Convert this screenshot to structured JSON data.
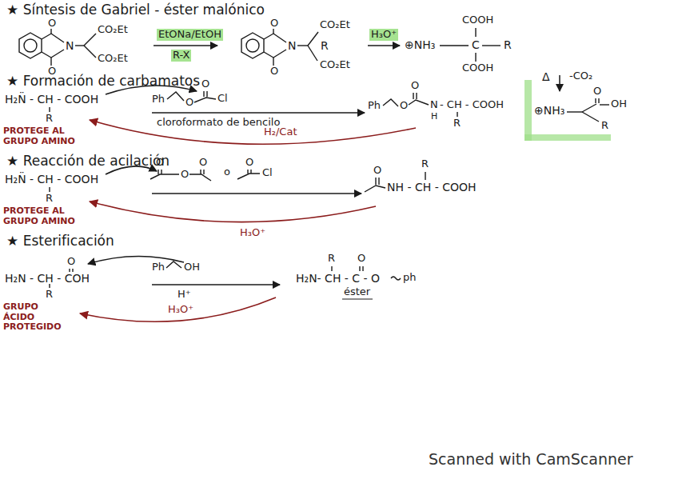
{
  "diagram": {
    "labels": [
      "★ Síntesis de Gabriel - éster malónico",
      "O",
      "O",
      "N",
      "CO₂Et",
      "CO₂Et",
      "EtONa/EtOH",
      "R-X",
      "O",
      "O",
      "N",
      "R",
      "CO₂Et",
      "CO₂Et",
      "H₃O⁺",
      "COOH",
      "⊕NH₃",
      "C",
      "R",
      "COOH",
      "★ Formación de carbamatos",
      "H₂N̈ - CH - COOH",
      "R",
      "PROTEGE AL GRUPO AMINO",
      "Ph",
      "O",
      "O",
      "Cl",
      "cloroformato de bencilo",
      "Ph",
      "O",
      "O",
      "N",
      "H",
      "- CH - COOH",
      "R",
      "H₂/Cat",
      "Δ",
      "-CO₂",
      "⊕NH₃",
      "R",
      "O",
      "OH",
      "★ Reacción de acilación",
      "H₂N̈ - CH - COOH",
      "R",
      "PROTEGE AL GRUPO AMINO",
      "O",
      "O",
      "O",
      "o",
      "O",
      "Cl",
      "O",
      "NH - CH - COOH",
      "R",
      "H₃O⁺",
      "★ Esterificación",
      "O",
      "H₂N - CH - COH",
      "R",
      "GRUPO ÁCIDO PROTEGIDO",
      "Ph",
      "OH",
      "H⁺",
      "R",
      "O",
      "H₂N- CH - C - O",
      "ph",
      "éster",
      "H₃O⁺",
      "Scanned with CamScanner"
    ]
  }
}
